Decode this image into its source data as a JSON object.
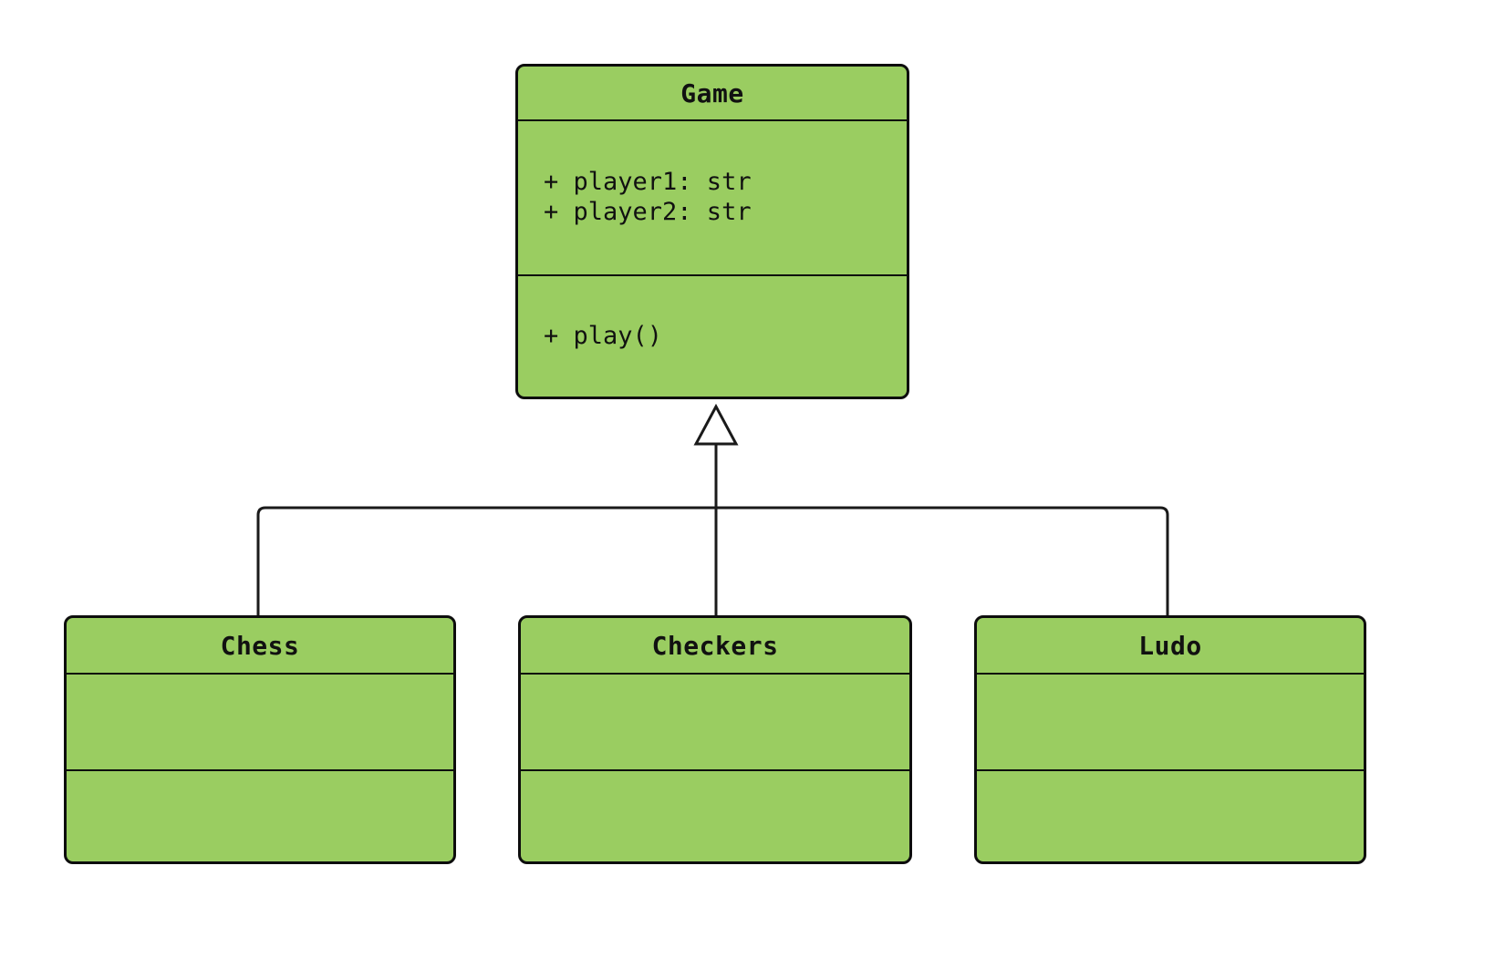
{
  "diagram": {
    "type": "uml-class-inheritance",
    "parent": {
      "name": "Game",
      "attributes": [
        "+ player1: str",
        "+ player2: str"
      ],
      "methods": [
        "+ play()"
      ]
    },
    "children": [
      {
        "name": "Chess",
        "attributes": [],
        "methods": []
      },
      {
        "name": "Checkers",
        "attributes": [],
        "methods": []
      },
      {
        "name": "Ludo",
        "attributes": [],
        "methods": []
      }
    ],
    "relationship": "inheritance",
    "colors": {
      "node_fill": "#9ACD61",
      "node_border": "#0d0d0d",
      "connector": "#1a1a1a",
      "background": "#ffffff"
    }
  }
}
